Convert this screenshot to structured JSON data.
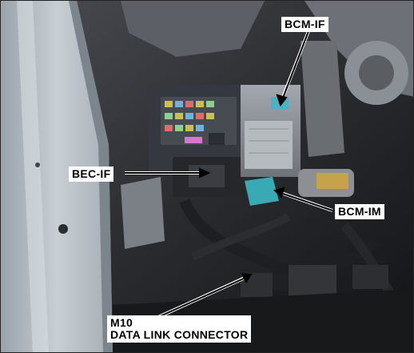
{
  "callouts": {
    "bcm_if": "BCM-IF",
    "bec_if": "BEC-IF",
    "bcm_im": "BCM-IM",
    "m10_line1": "M10",
    "m10_line2": "DATA LINK CONNECTOR"
  },
  "colors": {
    "fuse_box": "#3a3f47",
    "bcm_module": "#8a8f96",
    "bcm_im_connector": "#39a9b3",
    "bcm_if_connector": "#4fb0c4",
    "car_pillar": "#b9c2c8",
    "harness": "#1e1f22"
  }
}
